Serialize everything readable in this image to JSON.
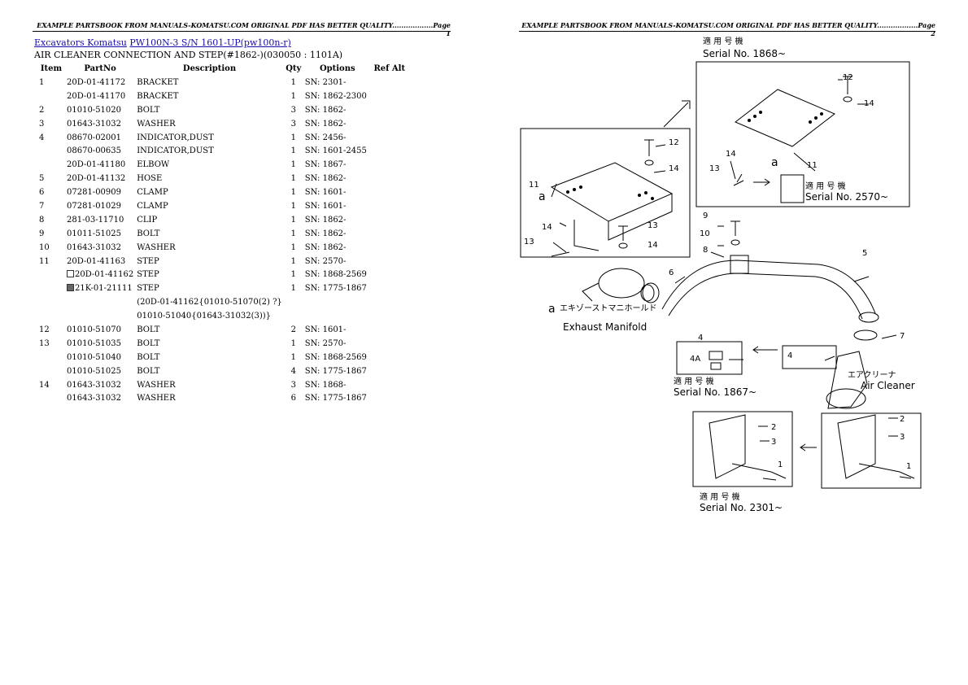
{
  "headers": {
    "left": "EXAMPLE PARTSBOOK FROM MANUALS-KOMATSU.COM ORIGINAL PDF HAS BETTER QUALITY..................Page 1",
    "right": "EXAMPLE PARTSBOOK FROM MANUALS-KOMATSU.COM ORIGINAL PDF HAS BETTER QUALITY..................Page 2"
  },
  "breadcrumb": {
    "link1": "Excavators Komatsu",
    "link2": "PW100N-3 S/N 1601-UP(pw100n-r)"
  },
  "subtitle": "AIR CLEANER CONNECTION AND STEP(#1862-)(030050 : 1101A)",
  "table": {
    "columns": [
      "Item",
      "PartNo",
      "Description",
      "Qty",
      "Options",
      "Ref Alt"
    ],
    "rows": [
      {
        "item": "1",
        "part": "20D-01-41172",
        "desc": "BRACKET",
        "qty": "1",
        "opt": "SN: 2301-"
      },
      {
        "item": "",
        "part": "20D-01-41170",
        "desc": "BRACKET",
        "qty": "1",
        "opt": "SN: 1862-2300"
      },
      {
        "item": "2",
        "part": "01010-51020",
        "desc": "BOLT",
        "qty": "3",
        "opt": "SN: 1862-"
      },
      {
        "item": "3",
        "part": "01643-31032",
        "desc": "WASHER",
        "qty": "3",
        "opt": "SN: 1862-"
      },
      {
        "item": "4",
        "part": "08670-02001",
        "desc": "INDICATOR,DUST",
        "qty": "1",
        "opt": "SN: 2456-"
      },
      {
        "item": "",
        "part": "08670-00635",
        "desc": "INDICATOR,DUST",
        "qty": "1",
        "opt": "SN: 1601-2455"
      },
      {
        "item": "",
        "part": "20D-01-41180",
        "desc": "ELBOW",
        "qty": "1",
        "opt": "SN: 1867-"
      },
      {
        "item": "5",
        "part": "20D-01-41132",
        "desc": "HOSE",
        "qty": "1",
        "opt": "SN: 1862-"
      },
      {
        "item": "6",
        "part": "07281-00909",
        "desc": "CLAMP",
        "qty": "1",
        "opt": "SN: 1601-"
      },
      {
        "item": "7",
        "part": "07281-01029",
        "desc": "CLAMP",
        "qty": "1",
        "opt": "SN: 1601-"
      },
      {
        "item": "8",
        "part": "281-03-11710",
        "desc": "CLIP",
        "qty": "1",
        "opt": "SN: 1862-"
      },
      {
        "item": "9",
        "part": "01011-51025",
        "desc": "BOLT",
        "qty": "1",
        "opt": "SN: 1862-"
      },
      {
        "item": "10",
        "part": "01643-31032",
        "desc": "WASHER",
        "qty": "1",
        "opt": "SN: 1862-"
      },
      {
        "item": "11",
        "part": "20D-01-41163",
        "desc": "STEP",
        "qty": "1",
        "opt": "SN: 2570-"
      },
      {
        "item": "",
        "part": "20D-01-41162",
        "desc": "STEP",
        "qty": "1",
        "opt": "SN: 1868-2569",
        "marker": "empty"
      },
      {
        "item": "",
        "part": "21K-01-21111",
        "desc": "STEP",
        "qty": "1",
        "opt": "SN: 1775-1867",
        "marker": "filled"
      },
      {
        "item": "",
        "part": "",
        "desc": "(20D-01-41162{01010-51070(2) ?}",
        "qty": "",
        "opt": ""
      },
      {
        "item": "",
        "part": "",
        "desc": "01010-51040{01643-31032(3))}",
        "qty": "",
        "opt": ""
      },
      {
        "item": "12",
        "part": "01010-51070",
        "desc": "BOLT",
        "qty": "2",
        "opt": "SN: 1601-"
      },
      {
        "item": "13",
        "part": "01010-51035",
        "desc": "BOLT",
        "qty": "1",
        "opt": "SN: 2570-"
      },
      {
        "item": "",
        "part": "01010-51040",
        "desc": "BOLT",
        "qty": "1",
        "opt": "SN: 1868-2569"
      },
      {
        "item": "",
        "part": "01010-51025",
        "desc": "BOLT",
        "qty": "4",
        "opt": "SN: 1775-1867"
      },
      {
        "item": "14",
        "part": "01643-31032",
        "desc": "WASHER",
        "qty": "3",
        "opt": "SN: 1868-"
      },
      {
        "item": "",
        "part": "01643-31032",
        "desc": "WASHER",
        "qty": "6",
        "opt": "SN: 1775-1867"
      }
    ]
  },
  "diagram": {
    "applicable_jp": "適 用 号 機",
    "serial_1868": "Serial No. 1868~",
    "serial_2570": "Serial No. 2570~",
    "serial_1867": "Serial No. 1867~",
    "serial_2301": "Serial No. 2301~",
    "exhaust_jp": "エキゾーストマニホールド",
    "exhaust_en": "Exhaust Manifold",
    "aircleaner_jp": "エアクリーナ",
    "aircleaner_en": "Air Cleaner",
    "callouts": [
      "1",
      "2",
      "3",
      "4",
      "4A",
      "5",
      "6",
      "7",
      "8",
      "9",
      "10",
      "11",
      "12",
      "13",
      "14",
      "a"
    ]
  }
}
